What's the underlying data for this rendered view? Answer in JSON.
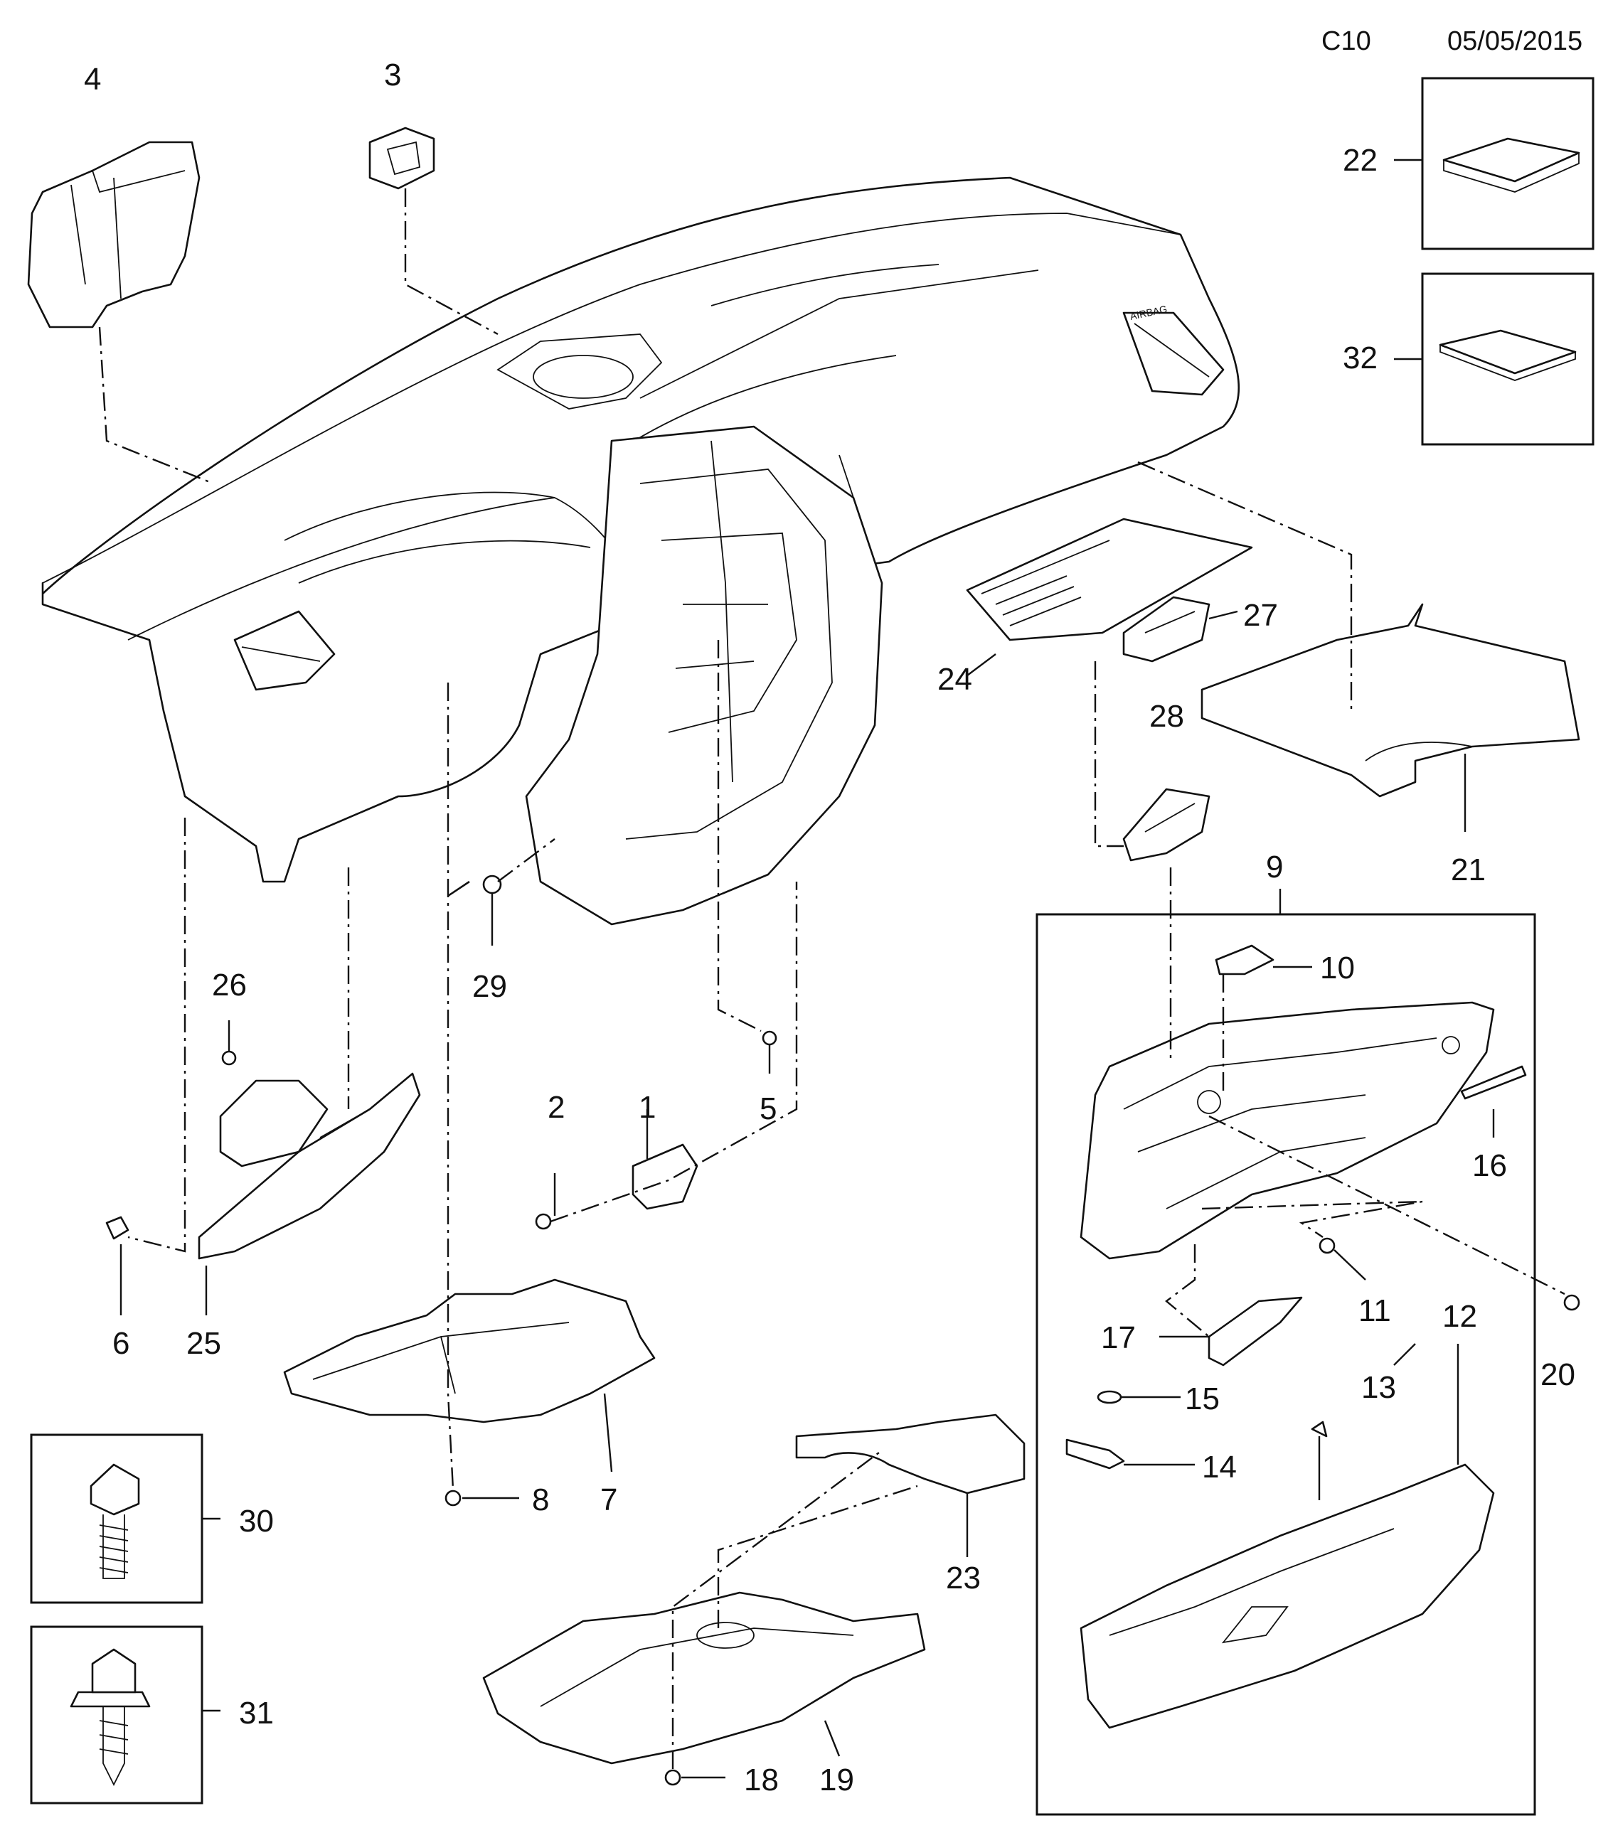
{
  "header": {
    "code": "C10",
    "date": "05/05/2015"
  },
  "dashboard": {
    "airbag_text": "AIRBAG"
  },
  "callouts": [
    {
      "id": "c1",
      "label": "1"
    },
    {
      "id": "c2",
      "label": "2"
    },
    {
      "id": "c3",
      "label": "3"
    },
    {
      "id": "c4",
      "label": "4"
    },
    {
      "id": "c5",
      "label": "5"
    },
    {
      "id": "c6",
      "label": "6"
    },
    {
      "id": "c7",
      "label": "7"
    },
    {
      "id": "c8",
      "label": "8"
    },
    {
      "id": "c9",
      "label": "9"
    },
    {
      "id": "c10",
      "label": "10"
    },
    {
      "id": "c11",
      "label": "11"
    },
    {
      "id": "c12",
      "label": "12"
    },
    {
      "id": "c13",
      "label": "13"
    },
    {
      "id": "c14",
      "label": "14"
    },
    {
      "id": "c15",
      "label": "15"
    },
    {
      "id": "c16",
      "label": "16"
    },
    {
      "id": "c17",
      "label": "17"
    },
    {
      "id": "c18",
      "label": "18"
    },
    {
      "id": "c19",
      "label": "19"
    },
    {
      "id": "c20",
      "label": "20"
    },
    {
      "id": "c21",
      "label": "21"
    },
    {
      "id": "c22",
      "label": "22"
    },
    {
      "id": "c23",
      "label": "23"
    },
    {
      "id": "c24",
      "label": "24"
    },
    {
      "id": "c25",
      "label": "25"
    },
    {
      "id": "c26",
      "label": "26"
    },
    {
      "id": "c27",
      "label": "27"
    },
    {
      "id": "c28",
      "label": "28"
    },
    {
      "id": "c29",
      "label": "29"
    },
    {
      "id": "c30",
      "label": "30"
    },
    {
      "id": "c31",
      "label": "31"
    },
    {
      "id": "c32",
      "label": "32"
    }
  ]
}
